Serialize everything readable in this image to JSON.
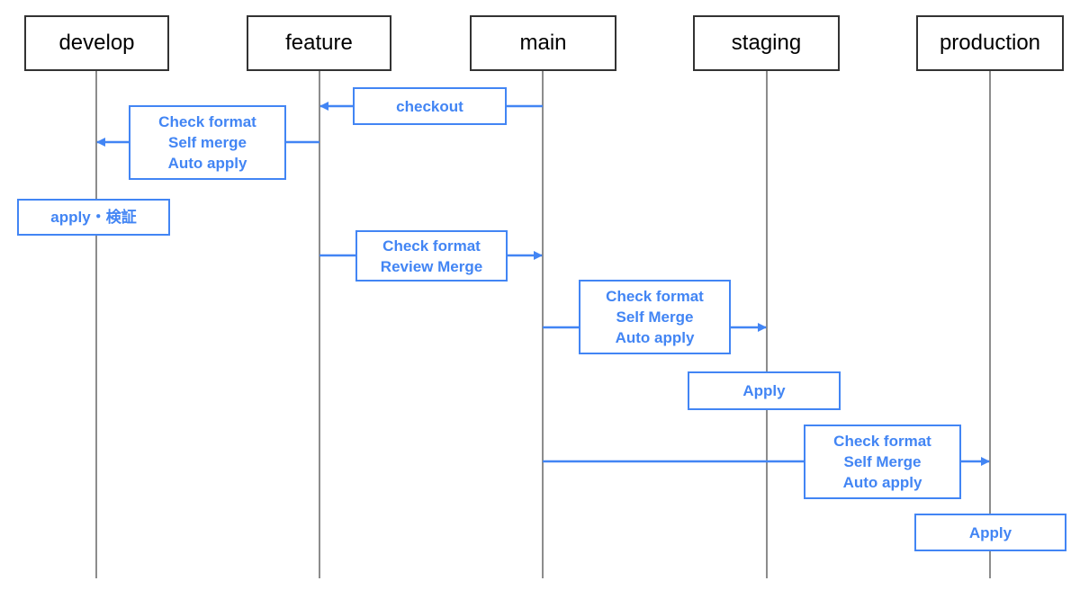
{
  "colors": {
    "accent": "#4285f4",
    "lane_line": "#666666",
    "box_border": "#333333"
  },
  "lanes": [
    "develop",
    "feature",
    "main",
    "staging",
    "production"
  ],
  "steps": [
    {
      "from": "main",
      "to": "feature",
      "lines": [
        "checkout"
      ]
    },
    {
      "from": "feature",
      "to": "develop",
      "lines": [
        "Check format",
        "Self merge",
        "Auto apply"
      ]
    },
    {
      "on": "develop",
      "lines": [
        "apply・検証"
      ]
    },
    {
      "from": "feature",
      "to": "main",
      "lines": [
        "Check format",
        "Review Merge"
      ]
    },
    {
      "from": "main",
      "to": "staging",
      "lines": [
        "Check format",
        "Self Merge",
        "Auto apply"
      ]
    },
    {
      "on": "staging",
      "lines": [
        "Apply"
      ]
    },
    {
      "from": "main",
      "to": "production",
      "lines": [
        "Check format",
        "Self Merge",
        "Auto apply"
      ]
    },
    {
      "on": "production",
      "lines": [
        "Apply"
      ]
    }
  ]
}
